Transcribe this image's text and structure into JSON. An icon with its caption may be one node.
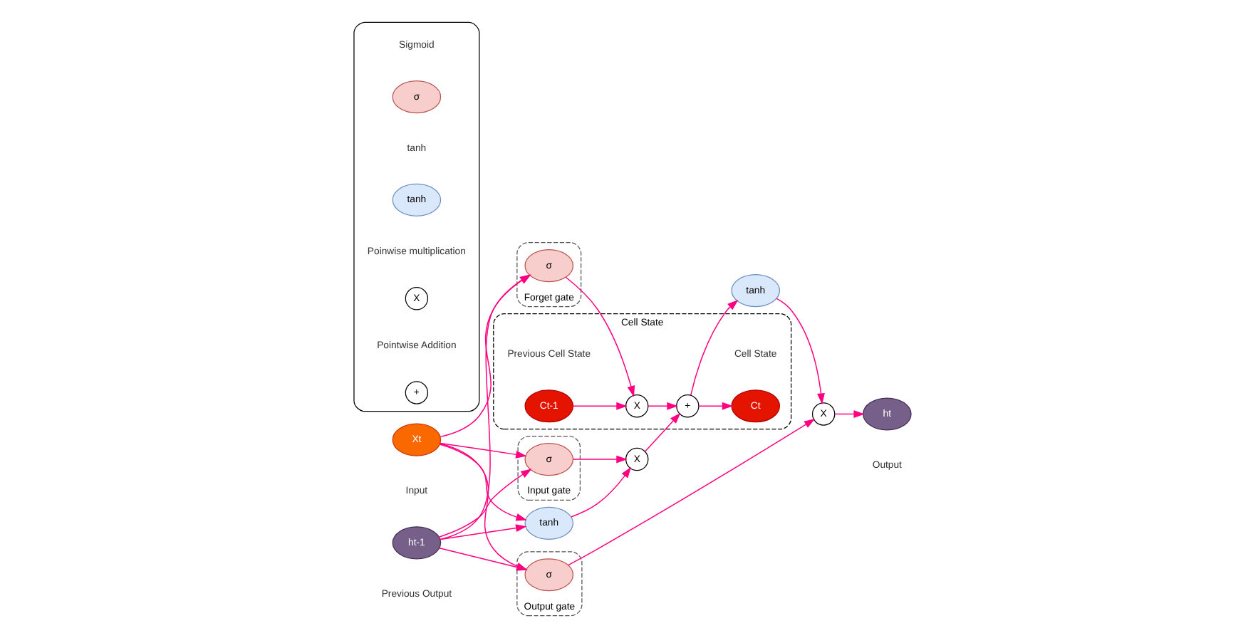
{
  "diagram": {
    "nodes": [
      {
        "text": [
          "Cell State"
        ]
      },
      {
        "text": [
          "Ct-1"
        ],
        "in": 0,
        "beside": [
          "Previous Cell State"
        ]
      },
      {
        "text": [
          "X"
        ],
        "in": 0
      },
      {
        "text": [
          "+"
        ],
        "in": 0
      },
      {
        "text": [
          "Ct"
        ],
        "in": 0,
        "beside": [
          "Cell State"
        ]
      },
      {
        "text": [
          "Forget gate"
        ]
      },
      {
        "text": [
          "σ"
        ],
        "in": 5
      },
      {
        "text": [
          "Input gate"
        ]
      },
      {
        "text": [
          "σ"
        ],
        "in": 7
      },
      {
        "text": [
          "X"
        ]
      },
      {
        "text": [
          "tanh"
        ]
      },
      {
        "text": [
          "Output gate"
        ]
      },
      {
        "text": [
          "σ"
        ],
        "in": 11
      },
      {
        "text": [
          "tanh"
        ]
      },
      {
        "text": [
          "X"
        ]
      },
      {
        "text": [
          "Xt"
        ],
        "beside": [
          "Input"
        ]
      },
      {
        "text": [
          "ht-1"
        ],
        "beside": [
          "Previous Output"
        ]
      },
      {
        "text": [
          "ht"
        ],
        "beside": [
          "Output"
        ]
      },
      {
        "text": [],
        "shape": "box"
      },
      {
        "text": [
          "σ"
        ],
        "in": 18,
        "beside": [
          "Sigmoid"
        ]
      },
      {
        "text": [
          "tanh"
        ],
        "in": 18,
        "beside": [
          "tanh"
        ]
      },
      {
        "text": [
          "X"
        ],
        "in": 18,
        "beside": [
          "Poinwise multiplication"
        ]
      },
      {
        "text": [
          "+"
        ],
        "in": 18,
        "beside": [
          "Pointwise Addition"
        ]
      }
    ],
    "edges": [
      {
        "from": 1,
        "to": 2,
        "arrow": "to"
      },
      {
        "from": 2,
        "to": 3,
        "arrow": "to"
      },
      {
        "from": 3,
        "to": 4,
        "arrow": "to"
      },
      {
        "from": 3,
        "to": 13,
        "arrow": "to"
      },
      {
        "from": 6,
        "to": 2,
        "arrow": "to"
      },
      {
        "from": 8,
        "to": 9,
        "arrow": "to"
      },
      {
        "from": 10,
        "to": 9,
        "arrow": "to"
      },
      {
        "from": 9,
        "to": 3,
        "arrow": "to"
      },
      {
        "from": 12,
        "to": 14,
        "arrow": "to"
      },
      {
        "from": 13,
        "to": 14,
        "arrow": "to"
      },
      {
        "from": 14,
        "to": 17,
        "arrow": "to"
      },
      {
        "from": 15,
        "to": 6,
        "arrow": "to"
      },
      {
        "from": 15,
        "to": 8,
        "arrow": "to"
      },
      {
        "from": 15,
        "to": 10,
        "arrow": "to"
      },
      {
        "from": 15,
        "to": 12,
        "arrow": "to"
      },
      {
        "from": 16,
        "to": 6,
        "arrow": "to"
      },
      {
        "from": 16,
        "to": 8,
        "arrow": "to"
      },
      {
        "from": 16,
        "to": 10,
        "arrow": "to"
      },
      {
        "from": 16,
        "to": 12,
        "arrow": "to"
      }
    ]
  }
}
